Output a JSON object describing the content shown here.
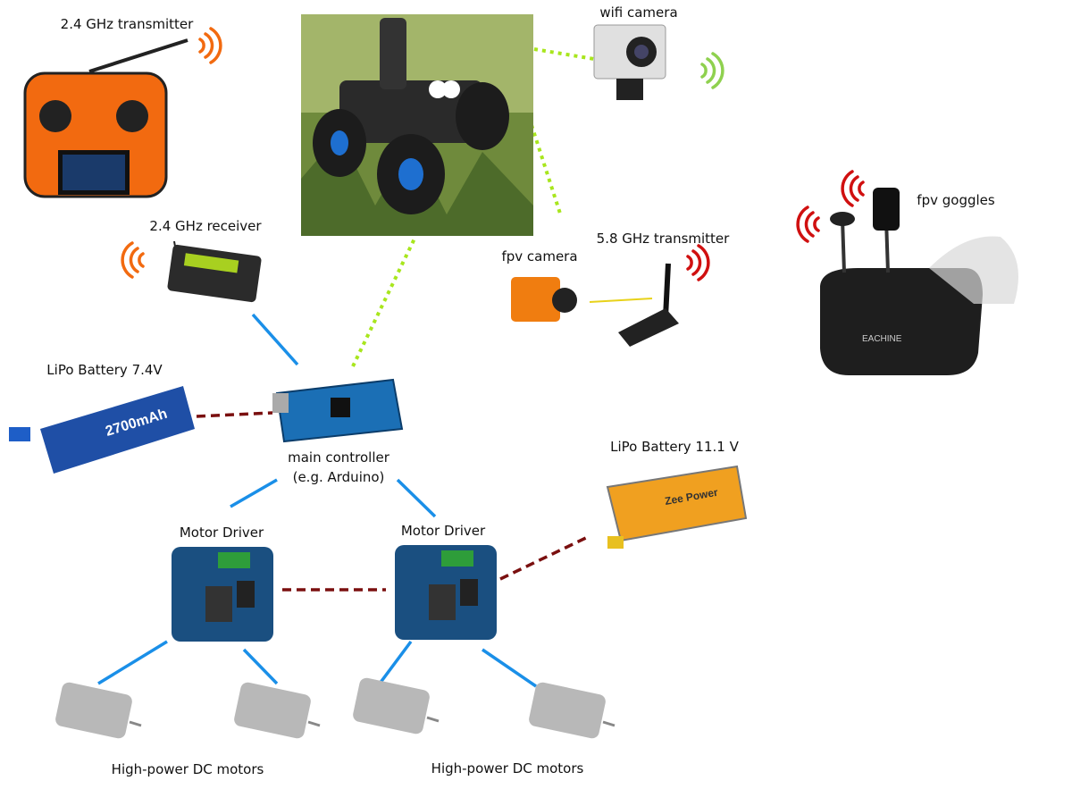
{
  "labels": {
    "transmitter_24": "2.4 GHz transmitter",
    "receiver_24": "2.4 GHz receiver",
    "battery_74": "LiPo Battery 7.4V",
    "controller_line1": "main controller",
    "controller_line2": "(e.g. Arduino)",
    "motor_driver_1": "Motor Driver",
    "motor_driver_2": "Motor Driver",
    "battery_111": "LiPo Battery 11.1 V",
    "motors_1": "High-power DC motors",
    "motors_2": "High-power DC motors",
    "wifi_camera": "wifi camera",
    "fpv_camera": "fpv camera",
    "transmitter_58": "5.8 GHz transmitter",
    "fpv_goggles": "fpv goggles"
  },
  "device_text": {
    "battery_74_capacity": "2700mAh",
    "battery_111_brand": "Zee Power",
    "goggles_brand": "EACHINE"
  },
  "connection_colors": {
    "signal": "#1a8fe8",
    "power": "#7a0f0f",
    "wireless_video": "#a8e61d",
    "video_cable": "#e8d21a",
    "wireless_icon_orange": "#f26a10",
    "wireless_icon_green": "#8fd14f",
    "wireless_icon_red": "#d01010"
  }
}
